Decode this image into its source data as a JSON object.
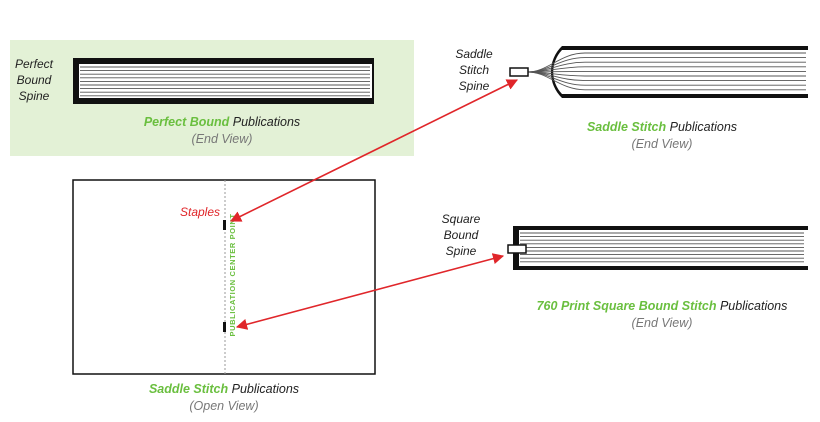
{
  "colors": {
    "green": "#6abf3f",
    "panel": "#e3f1d6",
    "arrow": "#e0262a",
    "ink": "#111111"
  },
  "perfect": {
    "spine_label": [
      "Perfect",
      "Bound",
      "Spine"
    ],
    "caption_strong": "Perfect Bound",
    "caption_rest": " Publications",
    "view": "(End View)"
  },
  "saddle_end": {
    "spine_label": [
      "Saddle",
      "Stitch",
      "Spine"
    ],
    "caption_strong": "Saddle Stitch",
    "caption_rest": " Publications",
    "view": "(End View)"
  },
  "square": {
    "spine_label": [
      "Square",
      "Bound",
      "Spine"
    ],
    "caption_strong": "760 Print Square Bound Stitch",
    "caption_rest": " Publications",
    "view": "(End View)"
  },
  "open_view": {
    "staples_label": "Staples",
    "center_label": "PUBLICATION CENTER POINT",
    "caption_strong": "Saddle Stitch",
    "caption_rest": " Publications",
    "view": "(Open View)"
  }
}
